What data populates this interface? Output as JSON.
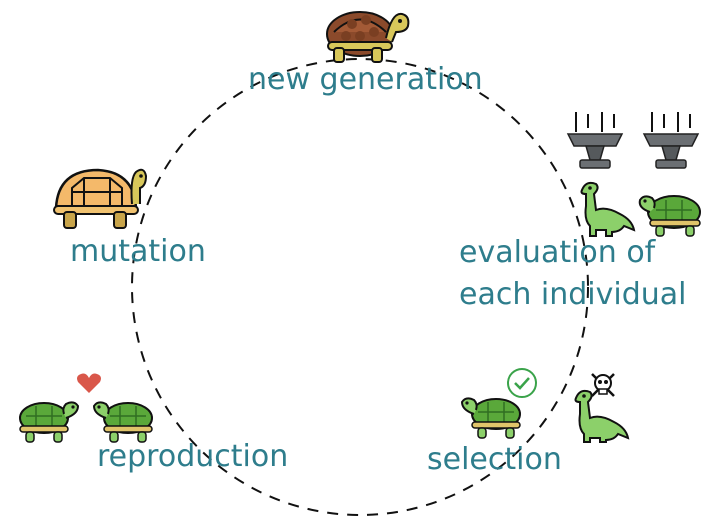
{
  "cycle_steps": {
    "new_generation": "new generation",
    "evaluation": [
      "evaluation of",
      "each individual"
    ],
    "selection": "selection",
    "reproduction": "reproduction",
    "mutation": "mutation"
  },
  "icons": {
    "top": "adult-tortoise-icon",
    "evaluation_weights": "anvil-weight-icon",
    "evaluation_creatures": [
      "dinosaur-icon",
      "baby-turtle-icon"
    ],
    "selection_keep": "check-circle-icon",
    "selection_reject": "skull-crossbones-icon",
    "reproduction_heart": "heart-icon",
    "mutation": "adult-tortoise-icon"
  },
  "colors": {
    "label": "#2e7d8c",
    "turtle_green": "#7cc04b",
    "turtle_dark": "#3f8a2a",
    "tortoise_shell": "#a0522d",
    "tortoise_body": "#d8c75a",
    "heart": "#d9574a",
    "check": "#3aa34a",
    "anvil": "#5b5f63"
  }
}
